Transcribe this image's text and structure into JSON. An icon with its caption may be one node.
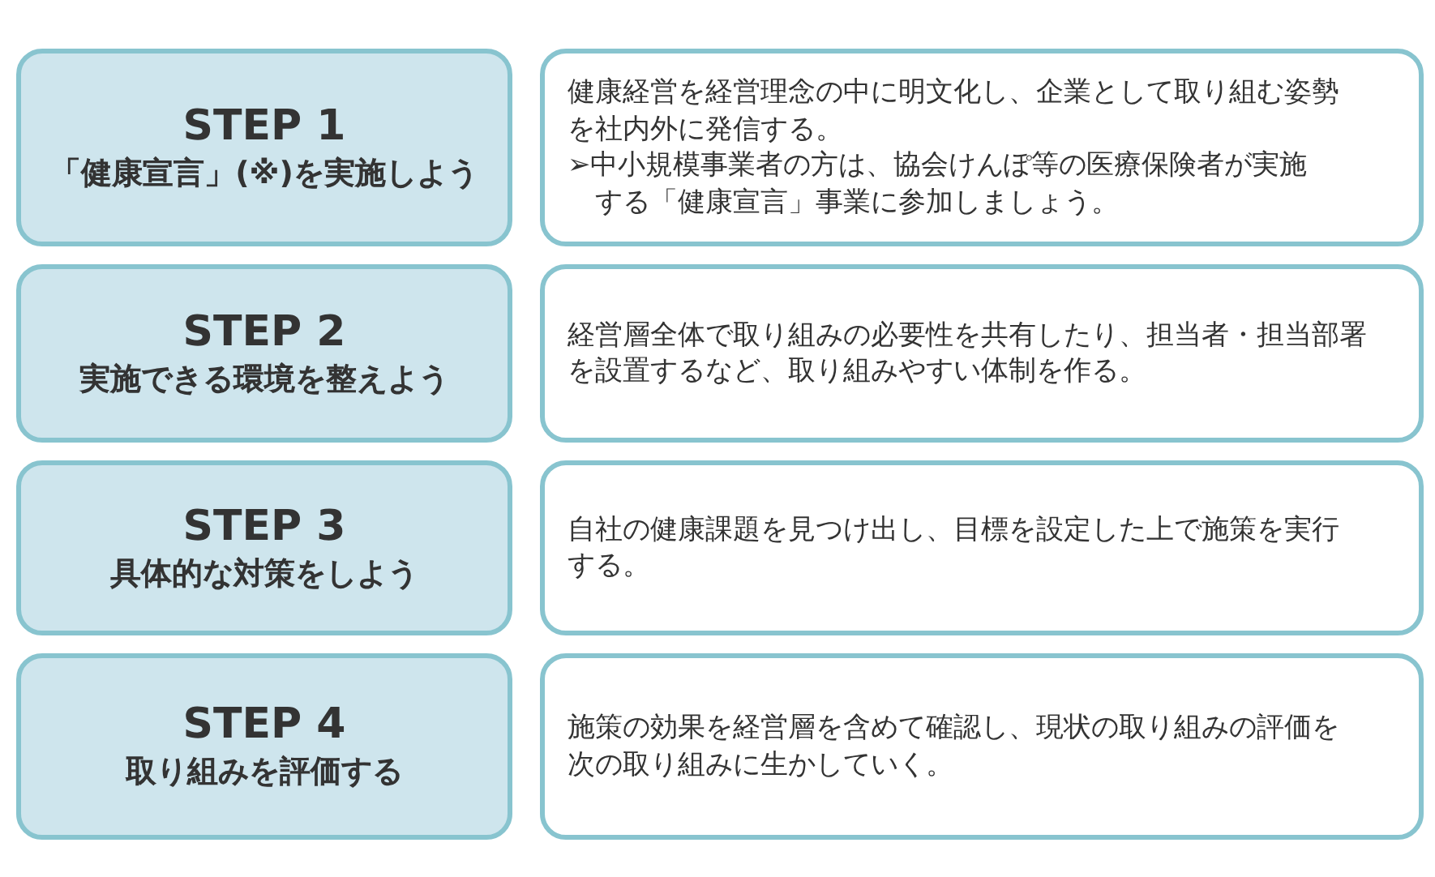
{
  "diagram": {
    "nodes": [
      {
        "text": [
          "STEP 1",
          "「健康宣言」(※)を実施しよう"
        ]
      },
      {
        "text": [
          "健康経営を経営理念の中に明文化し、企業として取り組む姿勢を社内外に発信する。",
          "➢中小規模事業者の方は、協会けんぽ等の医療保険者が実施する「健康宣言」事業に参加しましょう。"
        ]
      },
      {
        "text": [
          "STEP 2",
          "実施できる環境を整えよう"
        ]
      },
      {
        "text": [
          "経営層全体で取り組みの必要性を共有したり、担当者・担当部署を設置するなど、取り組みやすい体制を作る。"
        ]
      },
      {
        "text": [
          "STEP 3",
          "具体的な対策をしよう"
        ]
      },
      {
        "text": [
          "自社の健康課題を見つけ出し、目標を設定した上で施策を実行する。"
        ]
      },
      {
        "text": [
          "STEP 4",
          "取り組みを評価する"
        ]
      },
      {
        "text": [
          "施策の効果を経営層を含めて確認し、現状の取り組みの評価を次の取り組みに生かしていく。"
        ]
      }
    ]
  }
}
